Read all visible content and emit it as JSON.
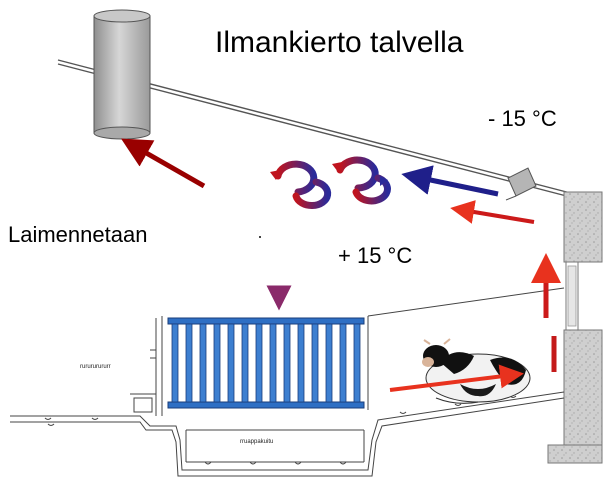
{
  "title": "Ilmankierto talvella",
  "labels": {
    "outdoor_temp": "- 15 °C",
    "indoor_temp": "+ 15 °C",
    "dilution": "Laimennetaan",
    "left_wall_note": "rurururururr",
    "pit_note": "rruappakuitu"
  },
  "colors": {
    "dark_red": "#990000",
    "red": "#e8321e",
    "navy": "#1f1f8a",
    "purple": "#8a2a6a",
    "pen_blue": "#2e6fc4",
    "pen_dark": "#1a3c7a",
    "wall_gray": "#c9c9c9",
    "chimney_gray": "#b8b8b8"
  },
  "icons": [
    "exhaust-chimney-icon",
    "fan-unit-icon",
    "air-swirl-icon",
    "cow-icon",
    "calf-pen-icon"
  ]
}
